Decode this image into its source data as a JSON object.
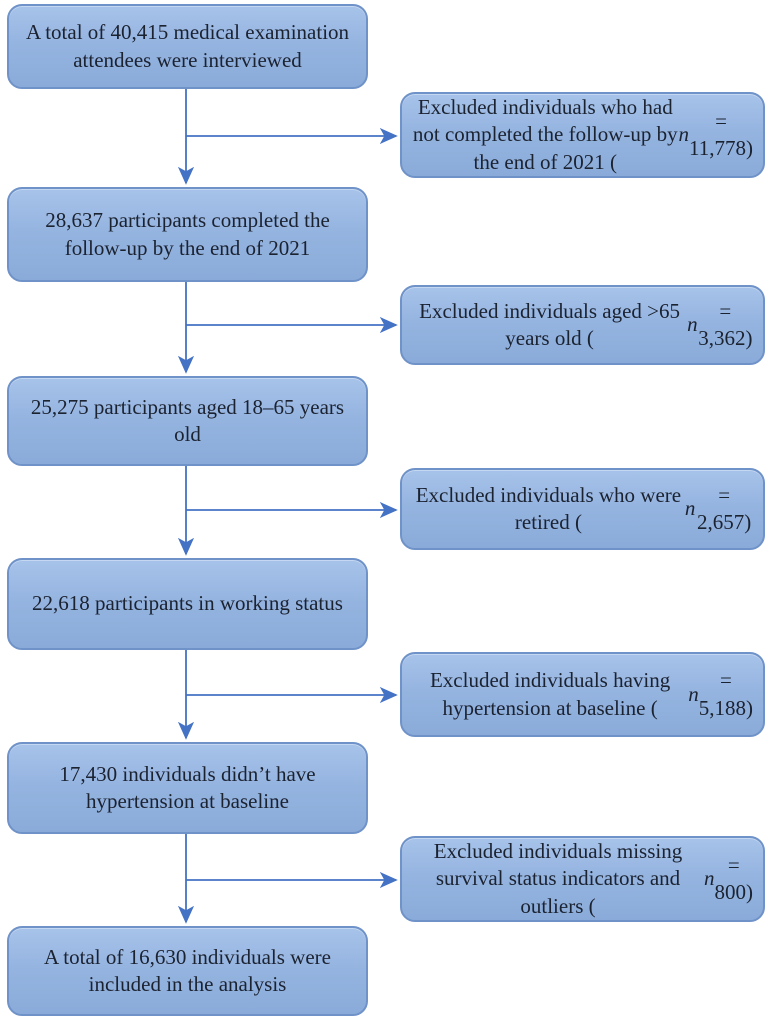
{
  "diagram": {
    "title": "Participant selection flow chart",
    "main_boxes": [
      {
        "text": "A total of 40,415 medical examination attendees were interviewed"
      },
      {
        "text": "28,637 participants completed the follow-up by the end of 2021"
      },
      {
        "text": "25,275 participants aged 18–65 years old"
      },
      {
        "text": "22,618 participants in working status"
      },
      {
        "text": "17,430 individuals didn’t have hypertension at baseline"
      },
      {
        "text": "A total of 16,630 individuals were included in the analysis"
      }
    ],
    "exclusion_boxes": [
      {
        "text": "Excluded individuals who had not completed the follow-up by the end of 2021 (*n* = 11,778)"
      },
      {
        "text": "Excluded individuals aged >65 years old (*n* = 3,362)"
      },
      {
        "text": "Excluded individuals who were retired (*n* = 2,657)"
      },
      {
        "text": "Excluded individuals having hypertension at baseline (*n* = 5,188)"
      },
      {
        "text": "Excluded individuals missing survival status indicators and outliers (*n* = 800)"
      }
    ],
    "counts": {
      "interviewed": "40,415",
      "completed_followup": "28,637",
      "aged_18_65": "25,275",
      "working_status": "22,618",
      "no_hypertension_baseline": "17,430",
      "included_in_analysis": "16,630",
      "excluded_no_followup": "11,778",
      "excluded_over_65": "3,362",
      "excluded_retired": "2,657",
      "excluded_hypertension": "5,188",
      "excluded_missing_or_outliers": "800"
    },
    "colors": {
      "box_fill_top": "#a7c3ea",
      "box_fill_bottom": "#8aabd9",
      "box_border": "#6f92c8",
      "arrow": "#4472c4",
      "text": "#1b2230",
      "background": "#ffffff"
    }
  }
}
